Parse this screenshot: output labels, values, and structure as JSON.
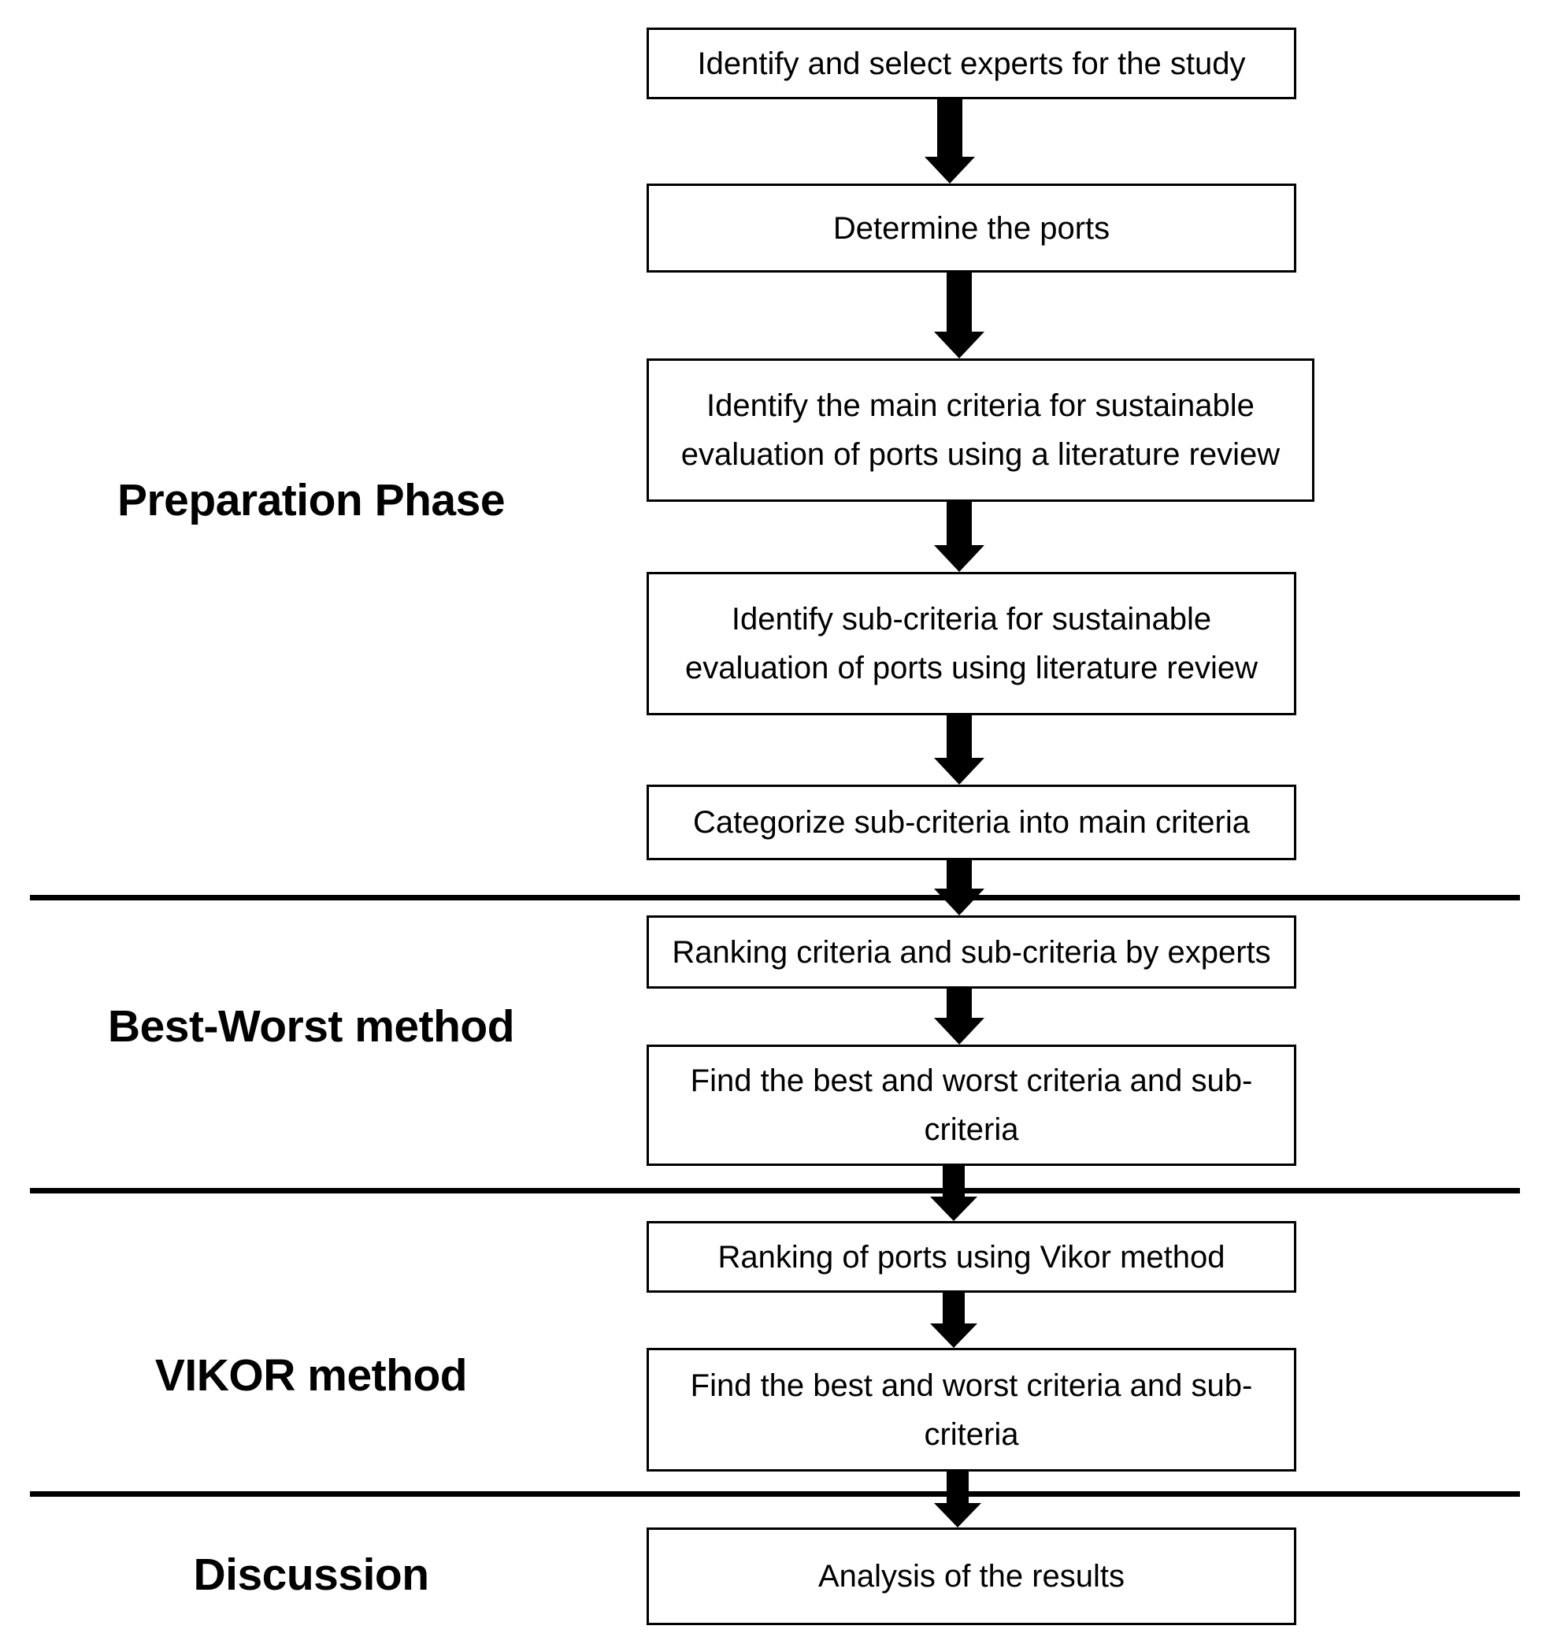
{
  "phases": {
    "preparation": "Preparation Phase",
    "best_worst": "Best-Worst method",
    "vikor": "VIKOR method",
    "discussion": "Discussion"
  },
  "steps": [
    "Identify and select experts for the study",
    "Determine the ports",
    "Identify the main criteria for sustainable\nevaluation of ports using a literature review",
    "Identify sub-criteria for sustainable\nevaluation of ports using literature review",
    "Categorize sub-criteria into main criteria",
    "Ranking criteria and sub-criteria by experts",
    "Find the best and worst criteria and sub-\ncriteria",
    "Ranking of ports using Vikor method",
    "Find the best and worst criteria and sub-\ncriteria",
    "Analysis of the results"
  ],
  "colors": {
    "line": "#000000",
    "background": "#ffffff"
  }
}
